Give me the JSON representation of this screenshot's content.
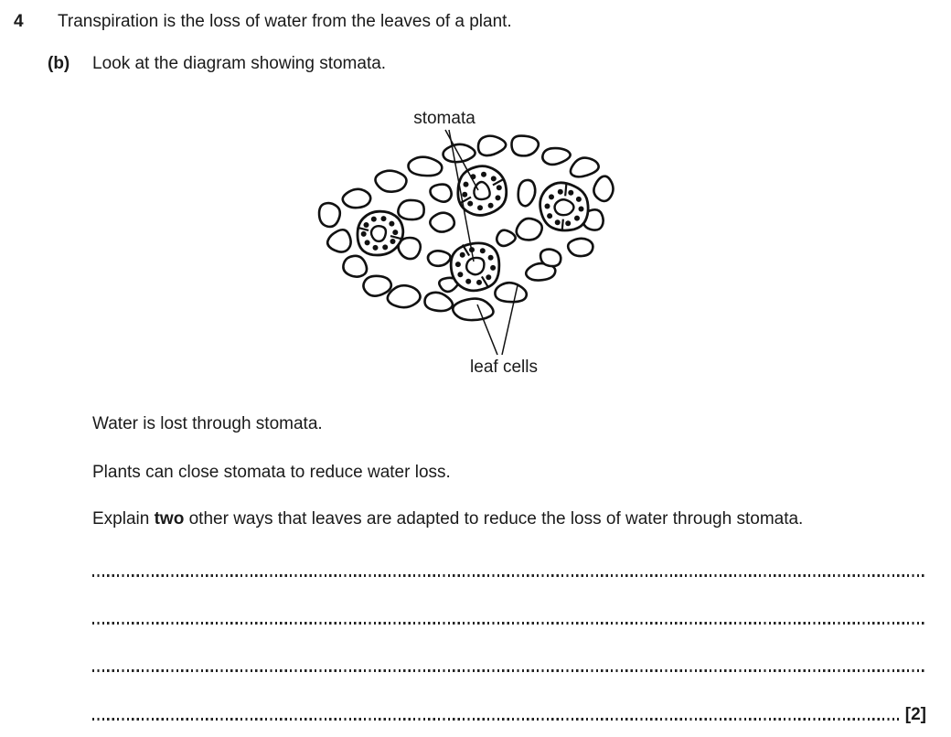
{
  "page": {
    "background": "#ffffff",
    "text_color": "#1a1a1a",
    "ink_color": "#111111"
  },
  "question": {
    "number": "4",
    "intro": "Transpiration is the loss of water from the leaves of a plant.",
    "part": {
      "label": "(b)",
      "text": "Look at the diagram showing stomata."
    }
  },
  "diagram": {
    "label_stomata": "stomata",
    "label_leaf_cells": "leaf cells",
    "stomata_count": 4
  },
  "statements": [
    "Water is lost through stomata.",
    "Plants can close stomata to reduce water loss."
  ],
  "prompt": {
    "prefix": "Explain ",
    "bold": "two",
    "suffix": " other ways that leaves are adapted to reduce the loss of water through stomata."
  },
  "answer_section": {
    "line_count": 4,
    "marks_label": "[2]"
  }
}
